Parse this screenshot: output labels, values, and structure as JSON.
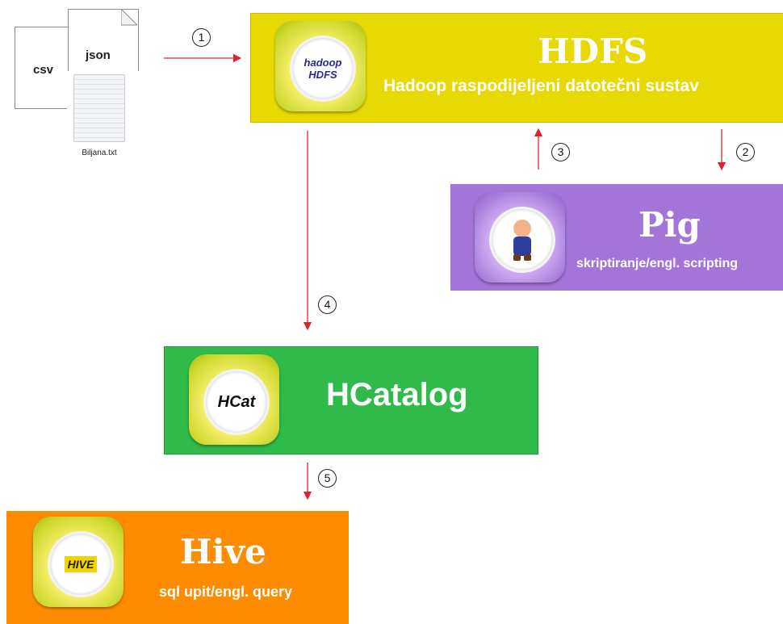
{
  "files": {
    "csv_label": "csv",
    "json_label": "json",
    "txt_name": "Biljana.txt"
  },
  "boxes": {
    "hdfs": {
      "title": "HDFS",
      "subtitle": "Hadoop raspodijeljeni datotečni sustav",
      "icon": "hadoop-hdfs-icon",
      "icon_text": "hadoop HDFS",
      "color": "#e8d804"
    },
    "pig": {
      "title": "Pig",
      "subtitle": "skriptiranje/engl. scripting",
      "icon": "pig-icon",
      "color": "#a375d8"
    },
    "hcatalog": {
      "title": "HCatalog",
      "icon": "hcat-icon",
      "icon_text": "HCat",
      "color": "#2fba49"
    },
    "hive": {
      "title": "Hive",
      "subtitle": "sql upit/engl. query",
      "icon": "hive-icon",
      "icon_text": "HIVE",
      "color": "#ff8c00"
    }
  },
  "steps": [
    "1",
    "2",
    "3",
    "4",
    "5"
  ],
  "arrow_color": "#e0222a"
}
